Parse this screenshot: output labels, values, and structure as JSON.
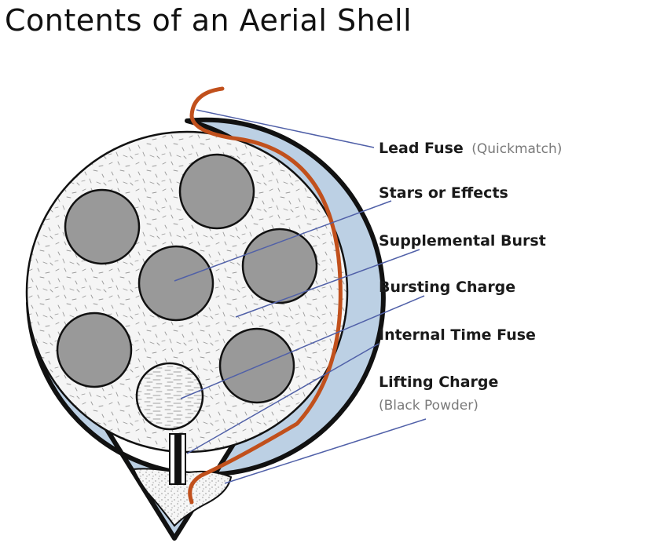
{
  "title": "Contents of an Aerial Shell",
  "labels": {
    "lead_fuse": {
      "name": "Lead Fuse",
      "note": "(Quickmatch)"
    },
    "stars": {
      "name": "Stars or Effects"
    },
    "supplemental": {
      "name": "Supplemental Burst"
    },
    "bursting": {
      "name": "Bursting Charge"
    },
    "time_fuse": {
      "name": "Internal Time Fuse"
    },
    "lifting": {
      "name": "Lifting Charge",
      "note": "(Black Powder)"
    }
  },
  "colors": {
    "shell_outline": "#111111",
    "shell_lining": "#bcd0e4",
    "burst_fill": "#f4f4f4",
    "stars": "#999999",
    "fuse": "#c1501c",
    "leader_lines": "#5060a8"
  }
}
